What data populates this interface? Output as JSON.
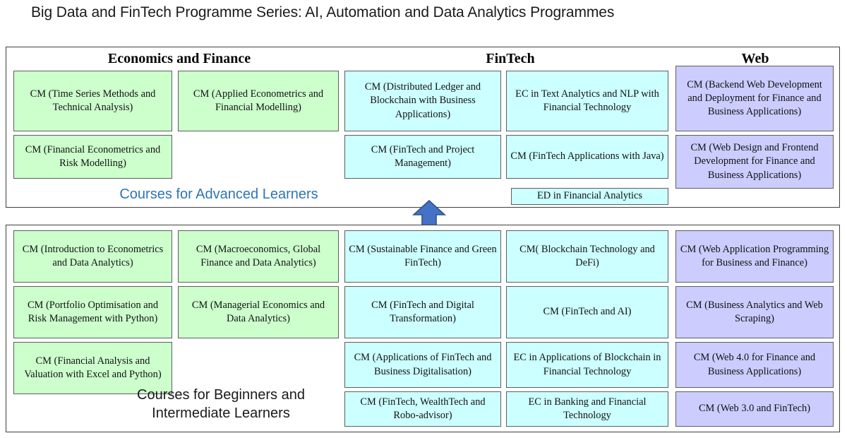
{
  "title": "Big Data and FinTech Programme Series: AI, Automation and Data Analytics Programmes",
  "colors": {
    "economics_finance": "#ccffcc",
    "fintech": "#ccffff",
    "web": "#ccccff",
    "advanced_caption": "#2e75b6",
    "arrow": "#4472c4",
    "arrow_outline": "#2f528f"
  },
  "headers": {
    "economics_finance": "Economics and Finance",
    "fintech": "FinTech",
    "web": "Web"
  },
  "sections": {
    "advanced": {
      "caption": "Courses for Advanced Learners",
      "columns": {
        "econ_a": [
          "CM (Time Series Methods and Technical Analysis)",
          "CM (Financial Econometrics and Risk Modelling)"
        ],
        "econ_b": [
          "CM (Applied Econometrics and Financial Modelling)"
        ],
        "fintech_a": [
          "CM (Distributed Ledger and Blockchain with Business Applications)",
          "CM (FinTech and Project Management)"
        ],
        "fintech_b": [
          "EC in Text Analytics and NLP with Financial Technology",
          "CM (FinTech Applications with Java)",
          "ED in Financial Analytics"
        ],
        "web": [
          "CM (Backend Web Development and Deployment for Finance and Business Applications)",
          "CM (Web Design and Frontend Development for Finance and Business Applications)"
        ]
      }
    },
    "beginner": {
      "caption": "Courses for Beginners and Intermediate Learners",
      "columns": {
        "econ_a": [
          "CM (Introduction to Econometrics and Data Analytics)",
          "CM (Portfolio Optimisation and Risk Management with Python)",
          "CM (Financial Analysis and Valuation with Excel and Python)"
        ],
        "econ_b": [
          "CM (Macroeconomics, Global Finance and Data Analytics)",
          "CM (Managerial Economics and Data Analytics)"
        ],
        "fintech_a": [
          "CM (Sustainable Finance and Green FinTech)",
          "CM (FinTech and Digital Transformation)",
          "CM (Applications of FinTech and Business Digitalisation)",
          "CM (FinTech, WealthTech and Robo-advisor)"
        ],
        "fintech_b": [
          "CM( Blockchain Technology and DeFi)",
          "CM (FinTech and AI)",
          "EC in Applications of Blockchain in Financial Technology",
          "EC in Banking and Financial Technology"
        ],
        "web": [
          "CM (Web Application Programming for Business and Finance)",
          "CM (Business Analytics and Web Scraping)",
          "CM (Web 4.0 for Finance and Business Applications)",
          "CM (Web 3.0 and FinTech)"
        ]
      }
    }
  },
  "arrow": {
    "direction": "up",
    "meaning": "progression from beginner to advanced"
  }
}
